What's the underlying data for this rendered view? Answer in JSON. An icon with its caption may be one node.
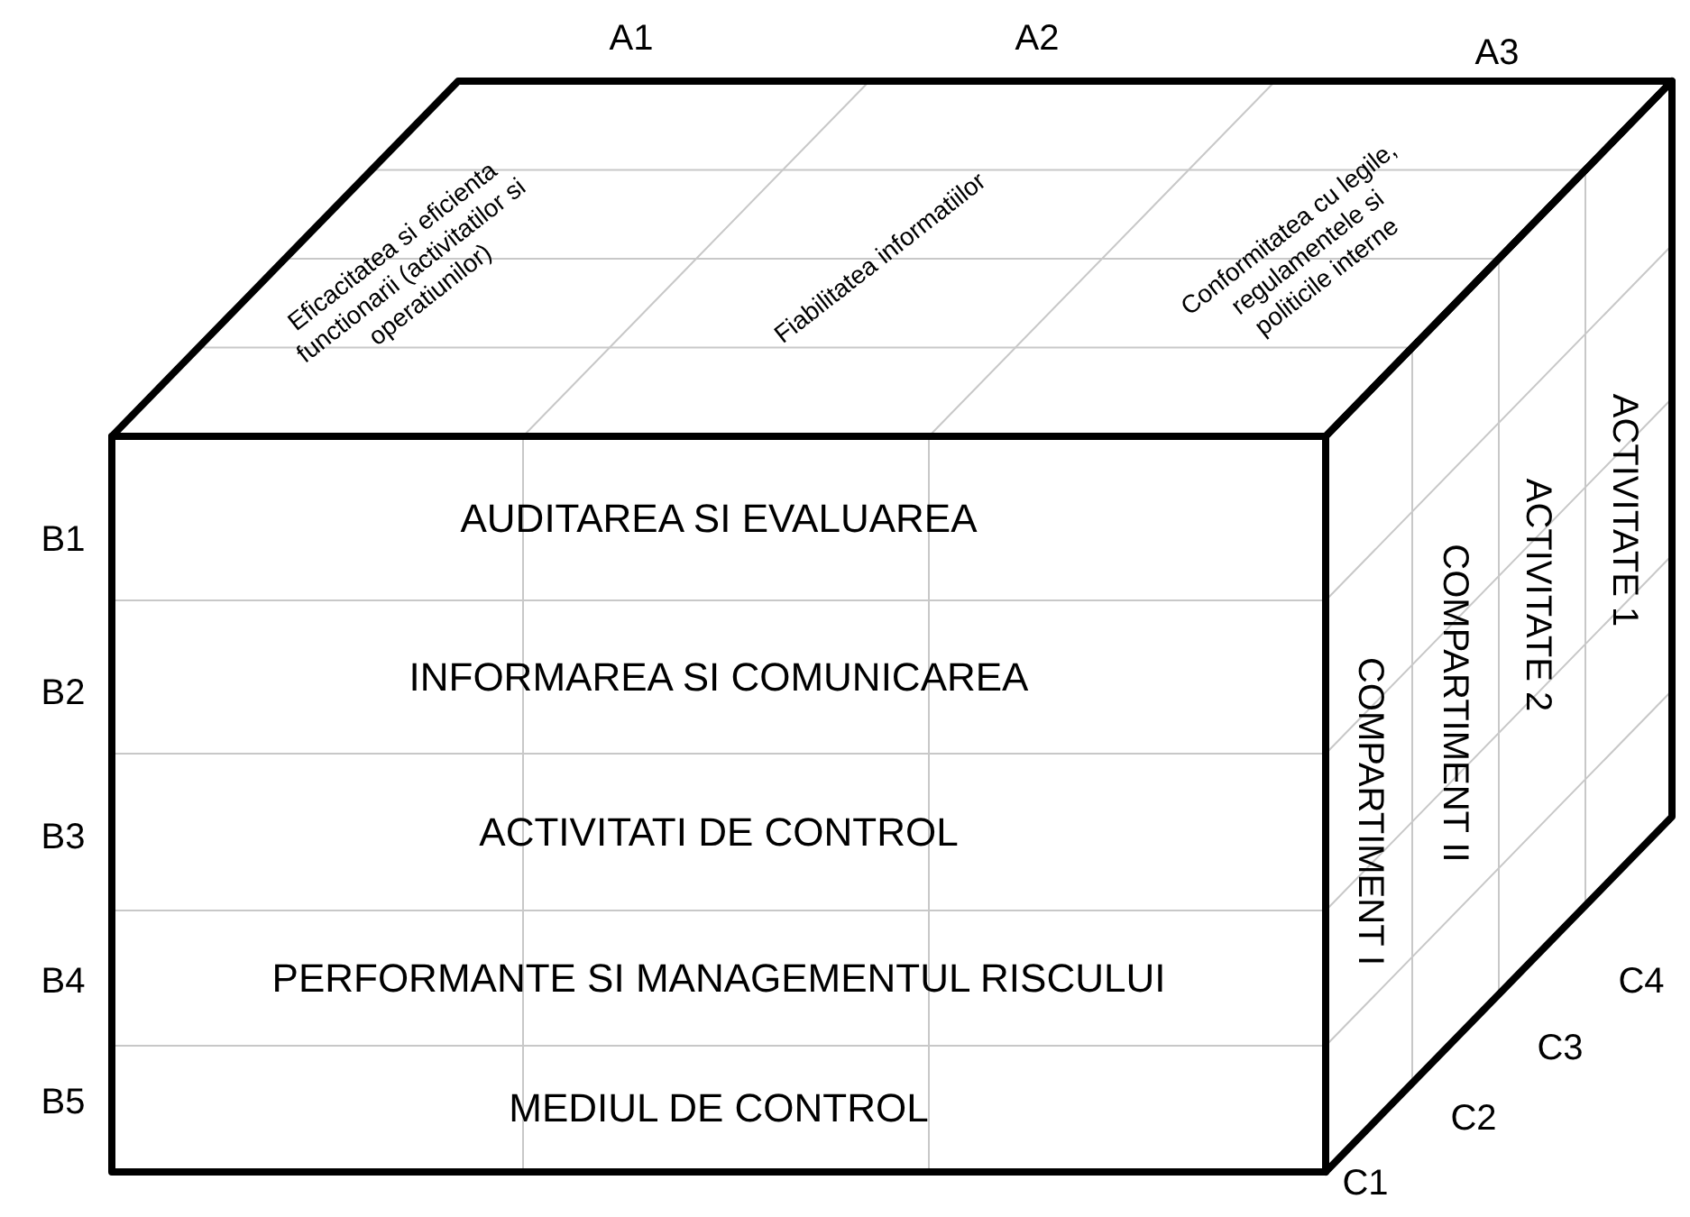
{
  "diagram": {
    "nodes": [
      {
        "text": [
          "Eficacitatea si eficienta functionarii (activitatilor si operatiunilor)"
        ]
      },
      {
        "text": [
          "Fiabilitatea informatiilor"
        ]
      },
      {
        "text": [
          "Conformitatea cu legile, regulamentele si politicile interne"
        ]
      },
      {
        "text": [
          "AUDITAREA SI EVALUAREA"
        ]
      },
      {
        "text": [
          "INFORMAREA SI COMUNICAREA"
        ]
      },
      {
        "text": [
          "ACTIVITATI DE CONTROL"
        ]
      },
      {
        "text": [
          "PERFORMANTE SI MANAGEMENTUL RISCULUI"
        ]
      },
      {
        "text": [
          "MEDIUL DE CONTROL"
        ]
      },
      {
        "text": [
          "COMPARTIMENT I"
        ]
      },
      {
        "text": [
          "COMPARTIMENT II"
        ]
      },
      {
        "text": [
          "ACTIVITATE 2"
        ]
      },
      {
        "text": [
          "ACTIVITATE 1"
        ]
      }
    ],
    "labels": [
      "A1",
      "A2",
      "A3",
      "B1",
      "B2",
      "B3",
      "B4",
      "B5",
      "C1",
      "C2",
      "C3",
      "C4"
    ]
  }
}
